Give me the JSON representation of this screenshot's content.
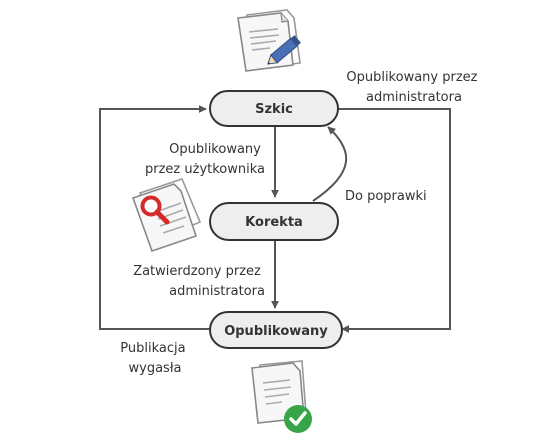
{
  "states": {
    "draft": "Szkic",
    "review": "Korekta",
    "published": "Opublikowany"
  },
  "transitions": {
    "admin_publish": [
      "Opublikowany przez",
      "administratora"
    ],
    "user_publish": [
      "Opublikowany",
      "przez użytkownika"
    ],
    "rework": "Do poprawki",
    "approved": [
      "Zatwierdzony przez",
      "administratora"
    ],
    "expired": [
      "Publikacja",
      "wygasła"
    ]
  },
  "icons": {
    "draft": "document-edit-icon",
    "review": "document-search-icon",
    "published": "document-approved-icon"
  },
  "colors": {
    "node_fill": "#eeeeee",
    "node_stroke": "#333333",
    "edge": "#555555",
    "pencil": "#4a6fb5",
    "magnifier": "#d42a2a",
    "check": "#37a447"
  }
}
